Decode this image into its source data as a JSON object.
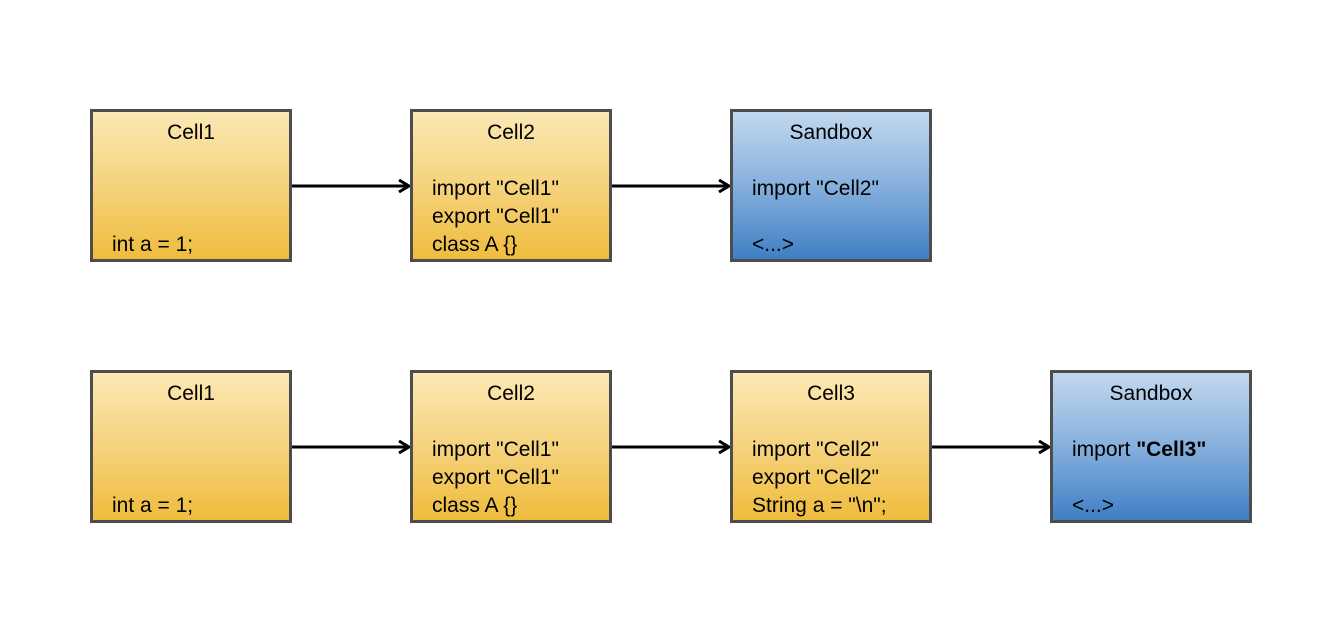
{
  "row1": {
    "cell1": {
      "title": "Cell1",
      "line3": "int a = 1;"
    },
    "cell2": {
      "title": "Cell2",
      "line1": "import \"Cell1\"",
      "line2": "export \"Cell1\"",
      "line3": "class A {}"
    },
    "sandbox": {
      "title": "Sandbox",
      "line1": "import \"Cell2\"",
      "line3": "<...>"
    }
  },
  "row2": {
    "cell1": {
      "title": "Cell1",
      "line3": "int a = 1;"
    },
    "cell2": {
      "title": "Cell2",
      "line1": "import \"Cell1\"",
      "line2": "export \"Cell1\"",
      "line3": "class A {}"
    },
    "cell3": {
      "title": "Cell3",
      "line1": "import \"Cell2\"",
      "line2": "export \"Cell2\"",
      "line3": "String a = \"\\n\";"
    },
    "sandbox": {
      "title": "Sandbox",
      "line1_prefix": "import ",
      "line1_bold": "\"Cell3\"",
      "line3": "<...>"
    }
  },
  "colors": {
    "cell_fill_top": "#fbe8b4",
    "cell_fill_bottom": "#efbc3c",
    "sandbox_fill_top": "#c2d8ee",
    "sandbox_fill_bottom": "#3f7fc4",
    "border": "#4d4d4d",
    "arrow": "#000000"
  }
}
